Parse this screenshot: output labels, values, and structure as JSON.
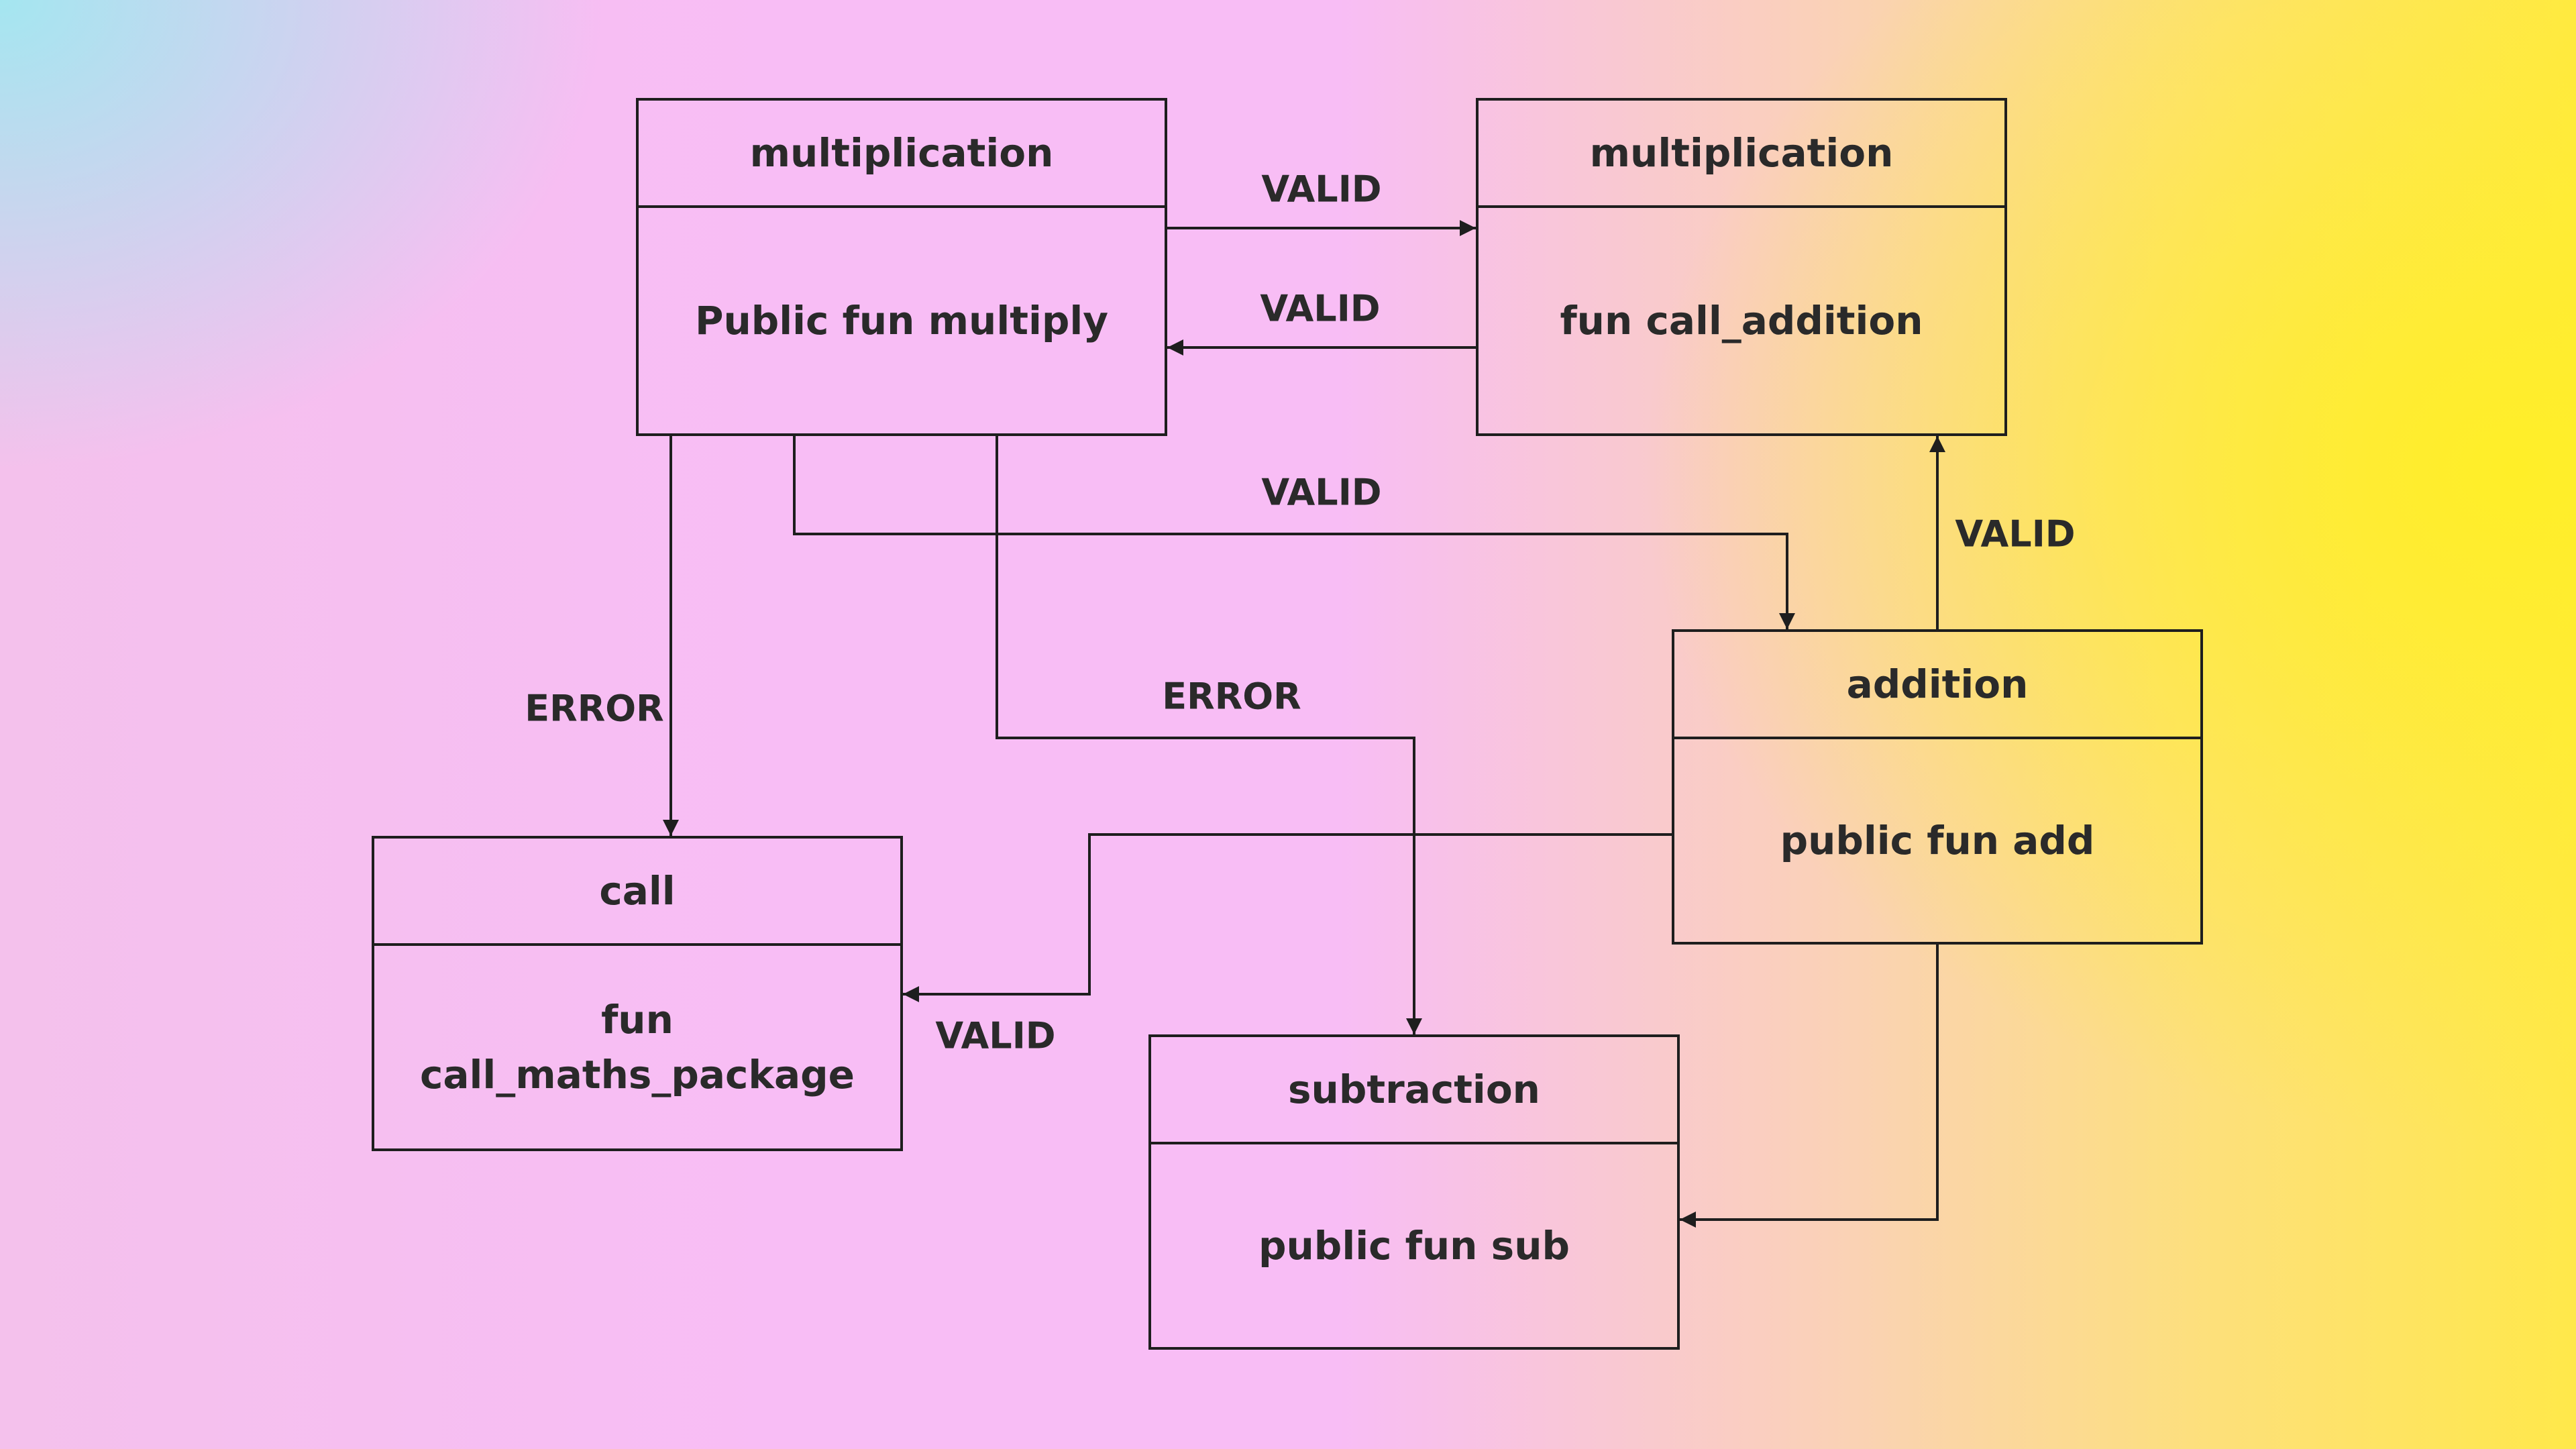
{
  "boxes": {
    "mult_left": {
      "title": "multiplication",
      "body": "Public fun multiply"
    },
    "mult_right": {
      "title": "multiplication",
      "body": "fun call_addition"
    },
    "addition": {
      "title": "addition",
      "body": "public fun add"
    },
    "call": {
      "title": "call",
      "body": "fun\ncall_maths_package"
    },
    "subtraction": {
      "title": "subtraction",
      "body": "public fun sub"
    }
  },
  "edges": [
    {
      "from": "multiplication (Public fun multiply)",
      "to": "multiplication (fun call_addition)",
      "label": "VALID"
    },
    {
      "from": "multiplication (fun call_addition)",
      "to": "multiplication (Public fun multiply)",
      "label": "VALID"
    },
    {
      "from": "multiplication (Public fun multiply)",
      "to": "addition",
      "label": "VALID"
    },
    {
      "from": "addition",
      "to": "multiplication (fun call_addition)",
      "label": "VALID"
    },
    {
      "from": "multiplication (Public fun multiply)",
      "to": "call",
      "label": "ERROR"
    },
    {
      "from": "multiplication (Public fun multiply)",
      "to": "subtraction",
      "label": "ERROR"
    },
    {
      "from": "addition",
      "to": "call",
      "label": "VALID"
    },
    {
      "from": "addition",
      "to": "subtraction",
      "label": ""
    }
  ]
}
